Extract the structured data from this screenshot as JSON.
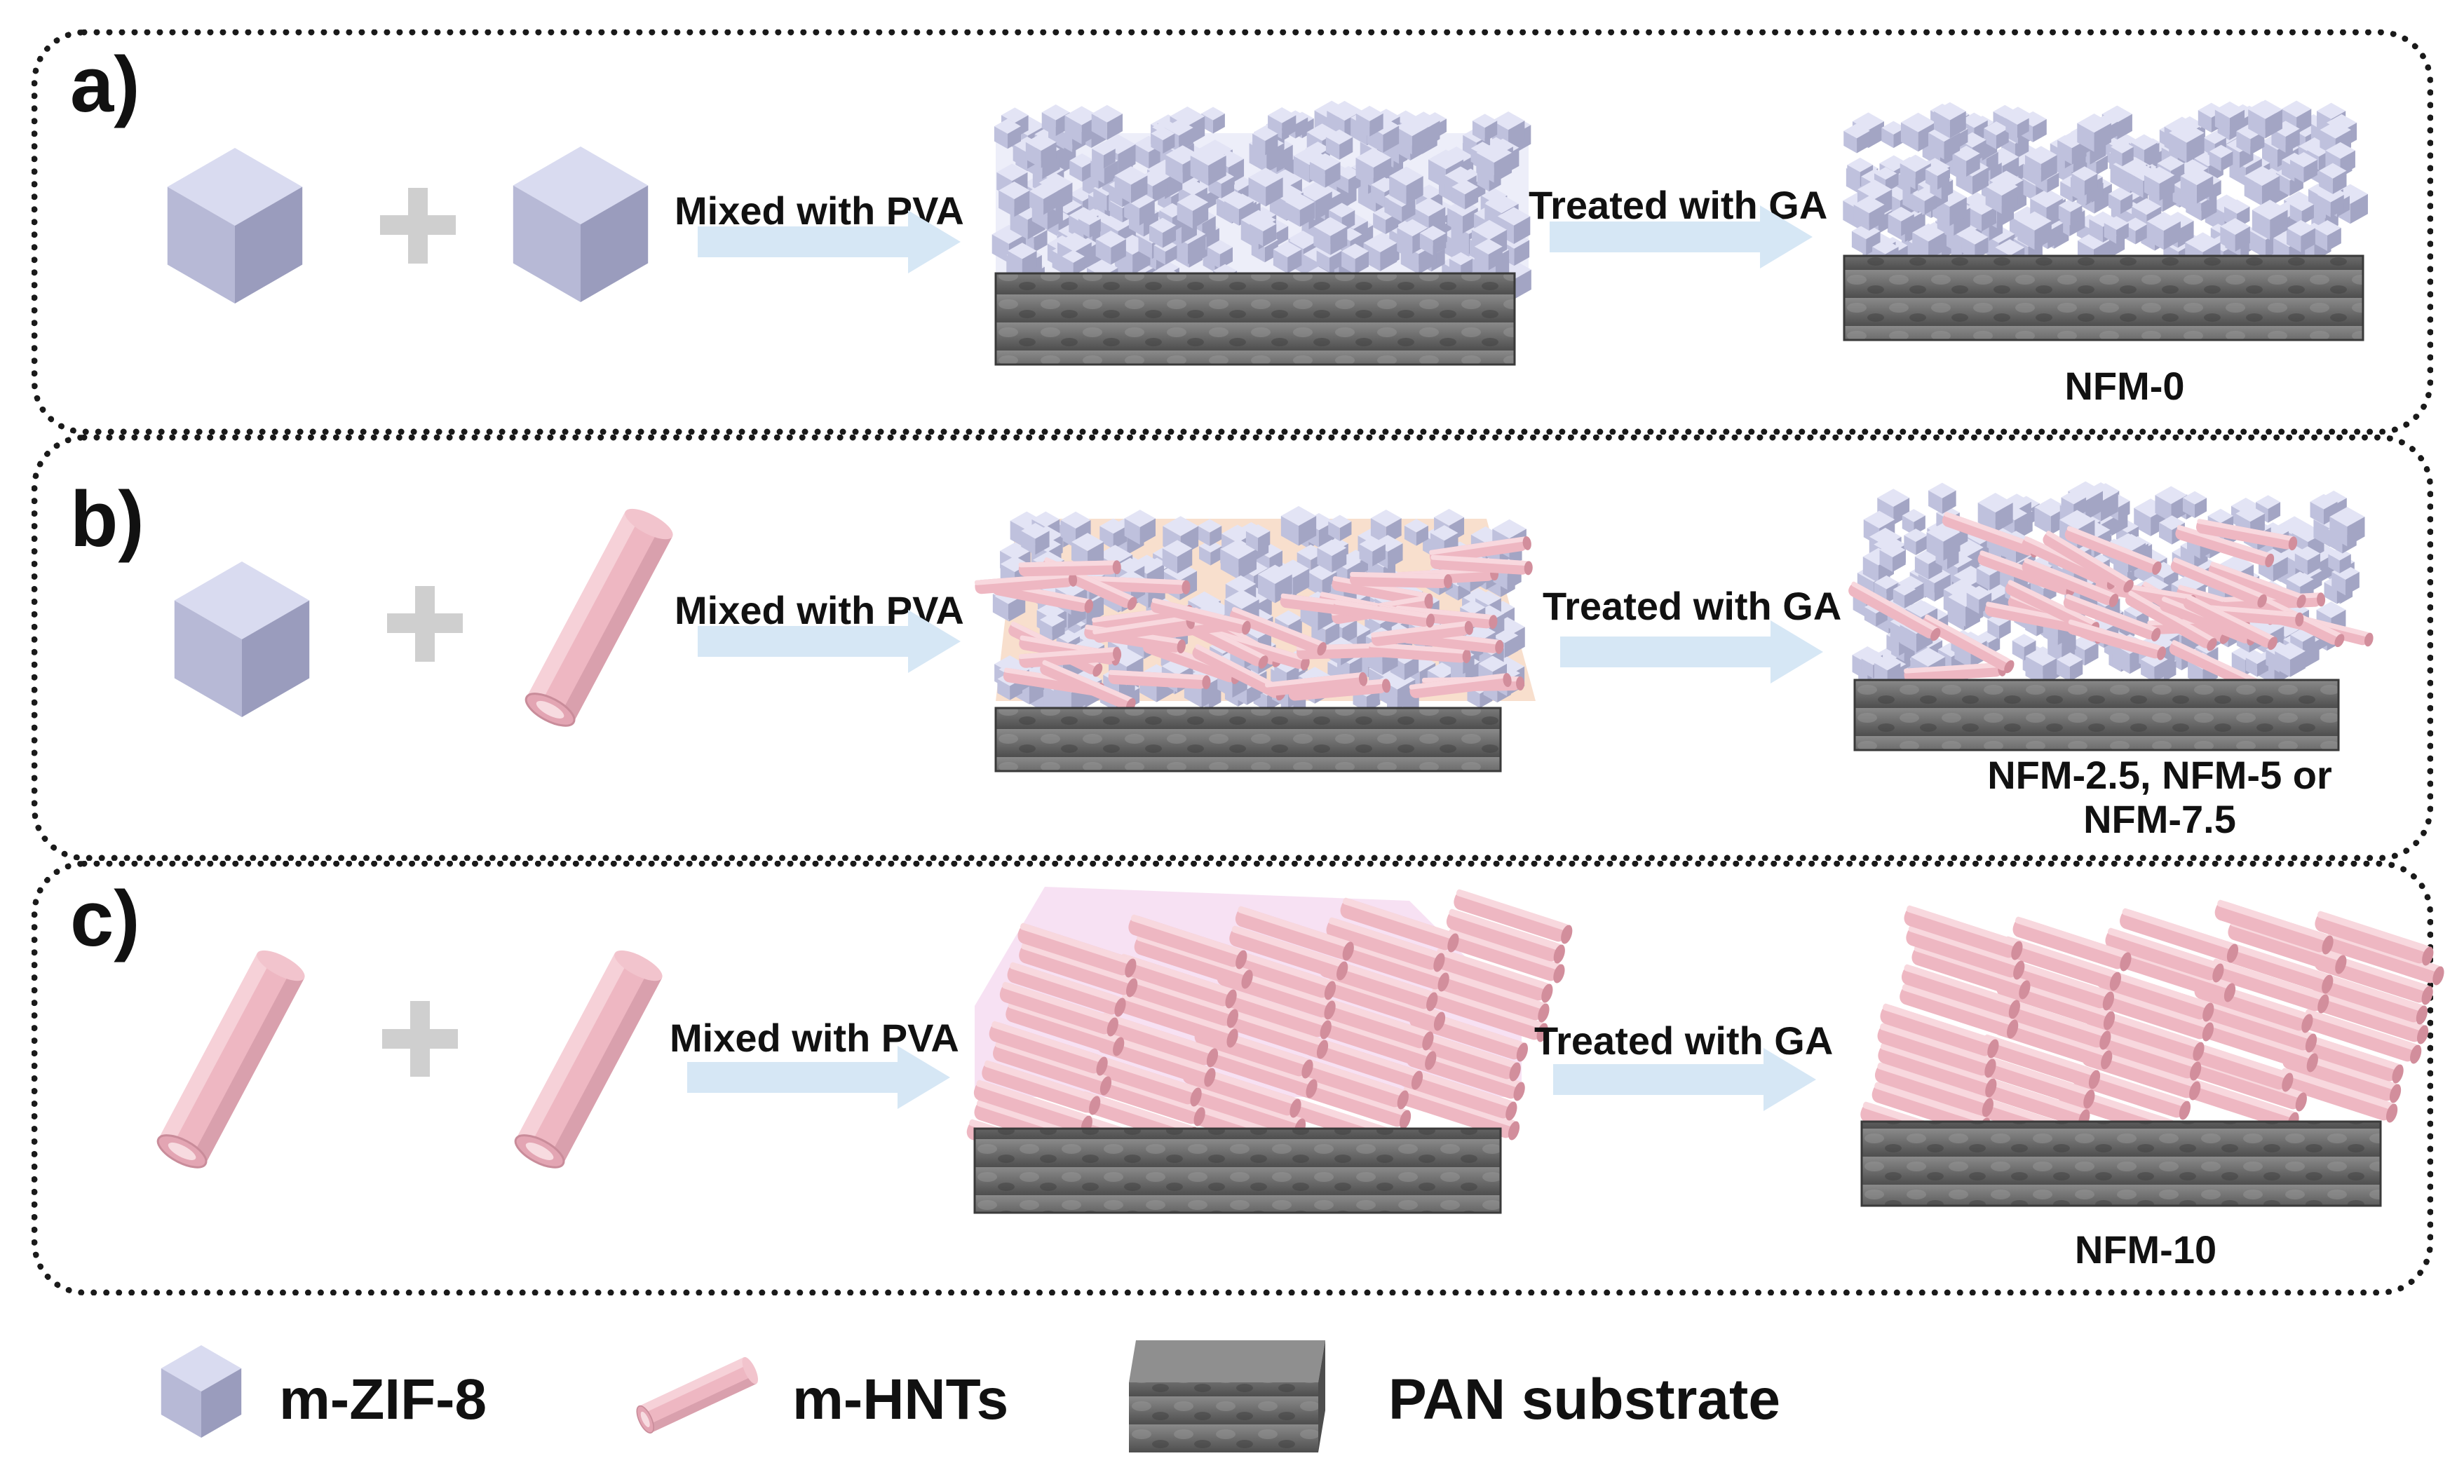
{
  "panels": [
    {
      "letter": "a)",
      "step1": "Mixed with PVA",
      "step2": "Treated with GA",
      "product": "NFM-0"
    },
    {
      "letter": "b)",
      "step1": "Mixed with PVA",
      "step2": "Treated with GA",
      "product_line1": "NFM-2.5, NFM-5 or",
      "product_line2": "NFM-7.5"
    },
    {
      "letter": "c)",
      "step1": "Mixed with PVA",
      "step2": "Treated with GA",
      "product": "NFM-10"
    }
  ],
  "legend": {
    "zif": "m-ZIF-8",
    "hnt": "m-HNTs",
    "pan": "PAN substrate"
  },
  "colors": {
    "zif_face_top": "#d9dbf0",
    "zif_face_left": "#b7b9d6",
    "zif_face_right": "#9a9cbd",
    "hnt": "#eeb7c2",
    "hnt_dark": "#d48f9e",
    "arrow": "#d6e7f5",
    "substrate": "#6b6b6b",
    "pva_orange": "#f3c9ac",
    "pva_pink": "#f3d4ee"
  }
}
